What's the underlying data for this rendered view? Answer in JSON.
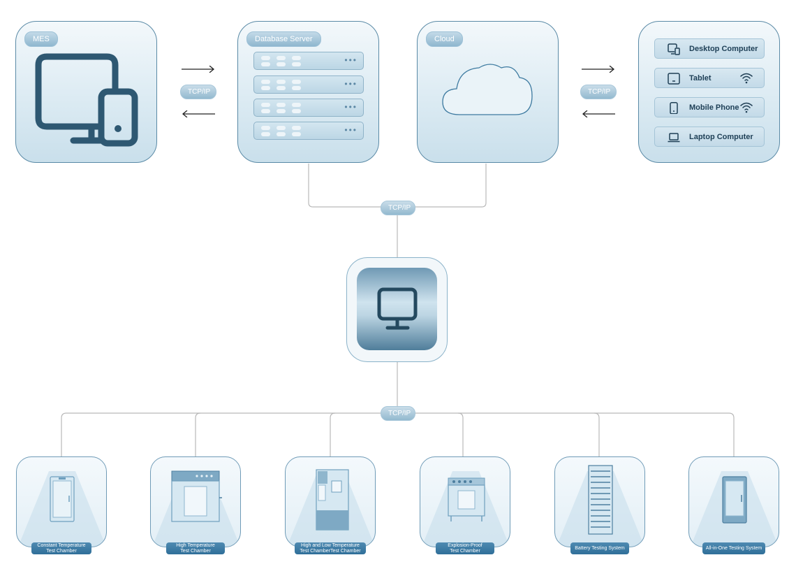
{
  "top": {
    "mes": {
      "label": "MES"
    },
    "database": {
      "label": "Database Server"
    },
    "cloud": {
      "label": "Cloud"
    },
    "devices": [
      {
        "label": "Desktop Computer",
        "icon": "desktop-computer-icon",
        "wifi": false
      },
      {
        "label": "Tablet",
        "icon": "tablet-icon",
        "wifi": true
      },
      {
        "label": "Mobile Phone",
        "icon": "mobile-phone-icon",
        "wifi": true
      },
      {
        "label": "Laptop Computer",
        "icon": "laptop-icon",
        "wifi": false
      }
    ]
  },
  "links": {
    "left": "TCP/IP",
    "right": "TCP/IP",
    "upper": "TCP/IP",
    "lower": "TCP/IP"
  },
  "center": {
    "icon": "monitor-icon"
  },
  "equipment": [
    {
      "line1": "Constant Temperature",
      "line2": "Test Chamber",
      "icon": "single-door-chamber-icon"
    },
    {
      "line1": "High Temperature",
      "line2": "Test Chamber",
      "icon": "oven-chamber-icon"
    },
    {
      "line1": "High and Low Temperature",
      "line2": "Test ChamberTest Chamber",
      "icon": "climatic-chamber-icon"
    },
    {
      "line1": "Explosion-Proof",
      "line2": "Test Chamber",
      "icon": "explosion-proof-chamber-icon"
    },
    {
      "line1": "Battery Testing System",
      "line2": "",
      "icon": "battery-rack-icon"
    },
    {
      "line1": "All-in-One Testing System",
      "line2": "",
      "icon": "all-in-one-cabinet-icon"
    }
  ],
  "colors": {
    "primary": "#2f5a74",
    "accent": "#3a78a3",
    "line": "#b5b5b5"
  }
}
